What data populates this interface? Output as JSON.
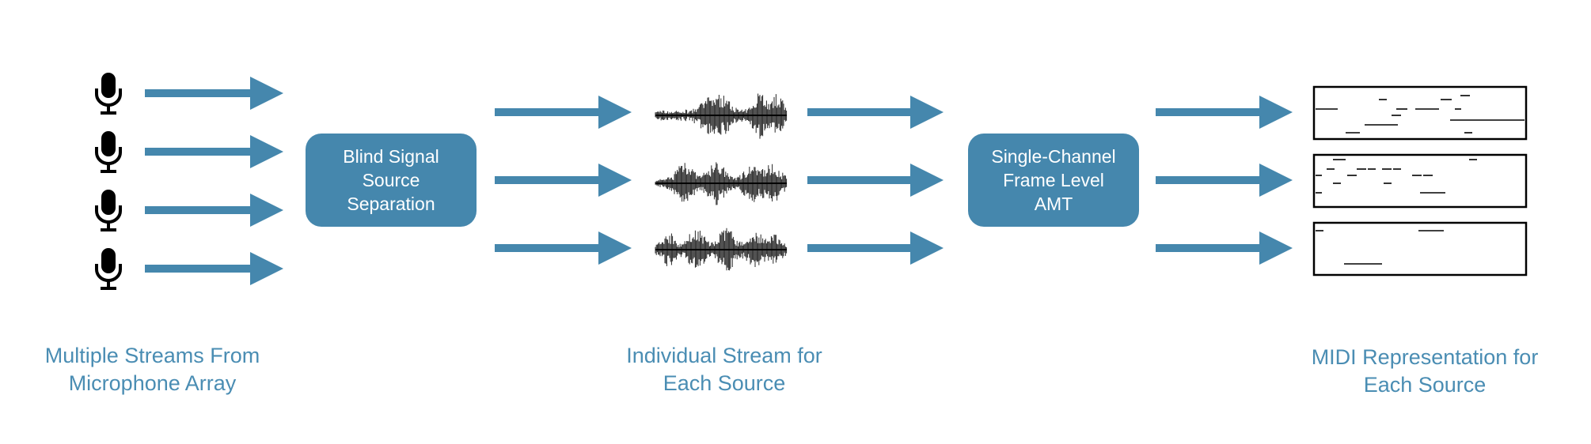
{
  "colors": {
    "accent": "#4587ad",
    "caption": "#4a8db3",
    "ink": "#000000",
    "background": "#ffffff"
  },
  "stages": {
    "inputs": {
      "icon": "microphone-icon",
      "count": 4
    },
    "separation": {
      "lines": [
        "Blind Signal",
        "Source",
        "Separation"
      ]
    },
    "waveforms": {
      "count": 3
    },
    "amt": {
      "lines": [
        "Single-Channel",
        "Frame Level",
        "AMT"
      ]
    },
    "midi": {
      "count": 3
    }
  },
  "captions": {
    "inputs": [
      "Multiple Streams From",
      "Microphone Array"
    ],
    "streams": [
      "Individual Stream for",
      "Each Source"
    ],
    "midi": [
      "MIDI Representation for",
      "Each Source"
    ]
  }
}
